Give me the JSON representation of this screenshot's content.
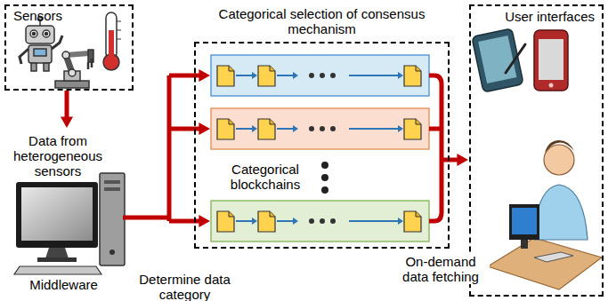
{
  "diagram": {
    "nodes": [
      {
        "text": [
          "Sensors"
        ]
      },
      {
        "text": [
          "Middleware"
        ]
      },
      {
        "text": [
          "Categorical selection of consensus mechanism",
          "Categorical blockchains"
        ]
      },
      {
        "text": [
          "User interfaces"
        ]
      }
    ],
    "edges": [
      {
        "from": 0,
        "to": 1,
        "arrow": "to",
        "label": "Data from heterogeneous sensors"
      },
      {
        "from": 1,
        "to": 2,
        "arrow": "to",
        "label": "Determine data category"
      },
      {
        "from": 2,
        "to": 3,
        "arrow": "to",
        "label": "On-demand data fetching"
      }
    ]
  }
}
